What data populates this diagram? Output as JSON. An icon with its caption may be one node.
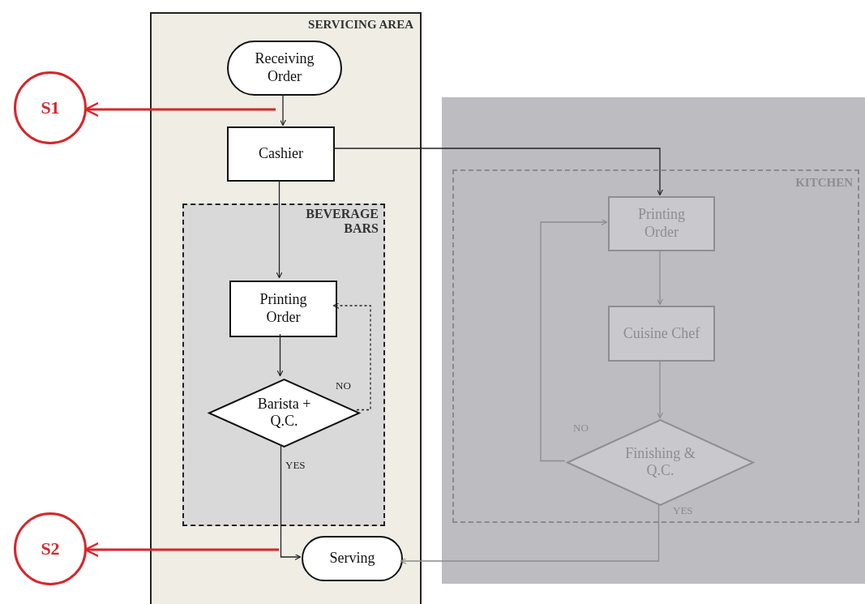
{
  "diagram": {
    "nodes": [
      {
        "text": [
          "SERVICING AREA"
        ]
      },
      {
        "text": [
          "Receiving Order"
        ],
        "in": 0
      },
      {
        "text": [
          "Cashier"
        ],
        "in": 0
      },
      {
        "text": [
          "BEVERAGE BARS"
        ],
        "in": 0
      },
      {
        "text": [
          "Printing Order"
        ],
        "in": 3
      },
      {
        "text": [
          "Barista + Q.C."
        ],
        "in": 3
      },
      {
        "text": [
          "Serving"
        ],
        "in": 0
      },
      {
        "text": [
          "KITCHEN"
        ]
      },
      {
        "text": [
          "Printing Order"
        ],
        "in": 7
      },
      {
        "text": [
          "Cuisine Chef"
        ],
        "in": 7
      },
      {
        "text": [
          "Finishing & Q.C."
        ],
        "in": 7
      },
      {
        "text": [
          "S1"
        ]
      },
      {
        "text": [
          "S2"
        ]
      }
    ],
    "edges": [
      {
        "from": 1,
        "to": 2,
        "arrow": "to"
      },
      {
        "from": 2,
        "to": 4,
        "arrow": "to"
      },
      {
        "from": 4,
        "to": 5,
        "arrow": "to"
      },
      {
        "from": 5,
        "to": 4,
        "arrow": "to",
        "label": "NO",
        "style": "dashed"
      },
      {
        "from": 5,
        "to": 6,
        "arrow": "to",
        "label": "YES"
      },
      {
        "from": 2,
        "to": 8,
        "arrow": "to"
      },
      {
        "from": 8,
        "to": 9,
        "arrow": "to",
        "color": "#8c8c8c"
      },
      {
        "from": 9,
        "to": 10,
        "arrow": "to",
        "color": "#8c8c8c"
      },
      {
        "from": 10,
        "to": 8,
        "arrow": "to",
        "label": "NO",
        "color": "#8c8c8c"
      },
      {
        "from": 10,
        "to": 6,
        "arrow": "to",
        "label": "YES",
        "color": "#8c8c8c"
      },
      {
        "from": null,
        "to": 11,
        "arrow": "to",
        "style": "thick",
        "color": "#d7262b"
      },
      {
        "from": null,
        "to": 12,
        "arrow": "to",
        "style": "thick",
        "color": "#d7262b"
      }
    ]
  }
}
